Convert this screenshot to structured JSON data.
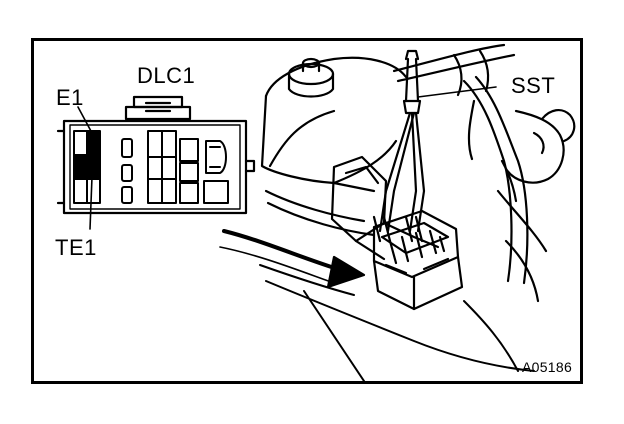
{
  "labels": {
    "connector": "DLC1",
    "terminal_top": "E1",
    "terminal_bottom": "TE1",
    "tool": "SST",
    "figure_code": "A05186"
  },
  "colors": {
    "ink": "#000000",
    "paper": "#ffffff"
  }
}
